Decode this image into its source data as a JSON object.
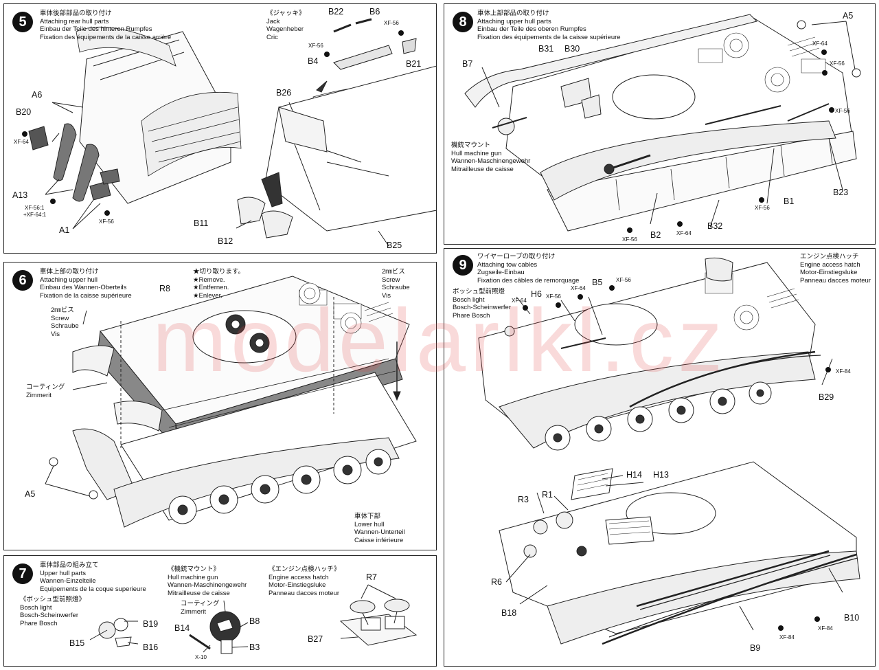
{
  "steps": {
    "s5": {
      "number": "5",
      "title": [
        "車体後部部品の取り付け",
        "Attaching rear hull parts",
        "Einbau der Teile des hinteren Rumpfes",
        "Fixation des équipements de la caisse arrière"
      ],
      "jack": [
        "《ジャッキ》",
        "Jack",
        "Wagenheber",
        "Cric"
      ],
      "labels": {
        "b22": "B22",
        "b6": "B6",
        "b4": "B4",
        "b21": "B21",
        "b26": "B26",
        "a6": "A6",
        "b20": "B20",
        "a13": "A13",
        "a1": "A1",
        "b11": "B11",
        "b12": "B12",
        "b25": "B25"
      },
      "paints": {
        "xf56a": "XF-56",
        "xf56b": "XF-56",
        "xf64": "XF-64",
        "mix1": "XF-56:1",
        "mix2": "+XF-64:1",
        "xf56c": "XF-56"
      }
    },
    "s6": {
      "number": "6",
      "title": [
        "車体上部の取り付け",
        "Attaching upper hull",
        "Einbau des Wannen-Oberteils",
        "Fixation de la caisse supérieure"
      ],
      "cut": [
        "★切り取ります。",
        "★Remove.",
        "★Entfernen.",
        "★Enlever."
      ],
      "screw_right": [
        "2㎜ビス",
        "Screw",
        "Schraube",
        "Vis"
      ],
      "screw_left": [
        "2㎜ビス",
        "Screw",
        "Schraube",
        "Vis"
      ],
      "coating": [
        "コーティング",
        "Zimmerit"
      ],
      "lower": [
        "車体下部",
        "Lower hull",
        "Wannen-Unterteil",
        "Caisse inférieure"
      ],
      "labels": {
        "r8": "R8",
        "a5": "A5"
      }
    },
    "s7": {
      "number": "7",
      "title": [
        "車体部品の組み立て",
        "Upper hull parts",
        "Wannen-Einzelteile",
        "Equipements de la coque superieure"
      ],
      "bosch": [
        "《ボッシュ型前照燈》",
        "Bosch light",
        "Bosch-Scheinwerfer",
        "Phare Bosch"
      ],
      "mg": [
        "《機銃マウント》",
        "Hull machine gun",
        "Wannen-Maschinengewehr",
        "Mitrailleuse de caisse"
      ],
      "coating": [
        "コーティング",
        "Zimmerit"
      ],
      "hatch": [
        "《エンジン点検ハッチ》",
        "Engine access hatch",
        "Motor-Einstiegsluke",
        "Panneau dacces moteur"
      ],
      "labels": {
        "b19": "B19",
        "b15": "B15",
        "b16": "B16",
        "b14": "B14",
        "b8": "B8",
        "b3": "B3",
        "r7": "R7",
        "b27": "B27"
      },
      "paints": {
        "x10": "X-10"
      }
    },
    "s8": {
      "number": "8",
      "title": [
        "車体上部部品の取り付け",
        "Attaching upper hull parts",
        "Einbau der Teile des oberen Rumpfes",
        "Fixation des équipements de la caisse supérieure"
      ],
      "mg": [
        "機銃マウント",
        "Hull machine gun",
        "Wannen-Maschinengewehr",
        "Mitrailleuse de caisse"
      ],
      "labels": {
        "a5": "A5",
        "b31": "B31",
        "b30": "B30",
        "b7": "B7",
        "b1": "B1",
        "b23": "B23",
        "b2": "B2",
        "b32": "B32"
      },
      "paints": {
        "xf64a": "XF-64",
        "xf56a": "XF-56",
        "xf56b": "XF-56",
        "xf56c": "XF-56",
        "xf56d": "XF-56",
        "xf64b": "XF-64"
      }
    },
    "s9": {
      "number": "9",
      "title": [
        "ワイヤーロープの取り付け",
        "Attaching tow cables",
        "Zugseile-Einbau",
        "Fixation des câbles de remorquage"
      ],
      "hatch": [
        "エンジン点検ハッチ",
        "Engine access hatch",
        "Motor-Einstiegsluke",
        "Panneau dacces moteur"
      ],
      "bosch": [
        "ボッシュ型前照燈",
        "Bosch light",
        "Bosch-Scheinwerfer",
        "Phare Bosch"
      ],
      "labels": {
        "h6": "H6",
        "b5": "B5",
        "b29": "B29",
        "h14": "H14",
        "h13": "H13",
        "r3": "R3",
        "r1": "R1",
        "r6": "R6",
        "b18": "B18",
        "b9": "B9",
        "b10": "B10"
      },
      "paints": {
        "xf64": "XF-64",
        "xf56a": "XF-56",
        "xf64b": "XF-64",
        "xf56b": "XF-56",
        "xf84a": "XF-84",
        "xf84b": "XF-84",
        "xf84c": "XF-84"
      }
    }
  },
  "watermark": "modelarlkl.cz"
}
